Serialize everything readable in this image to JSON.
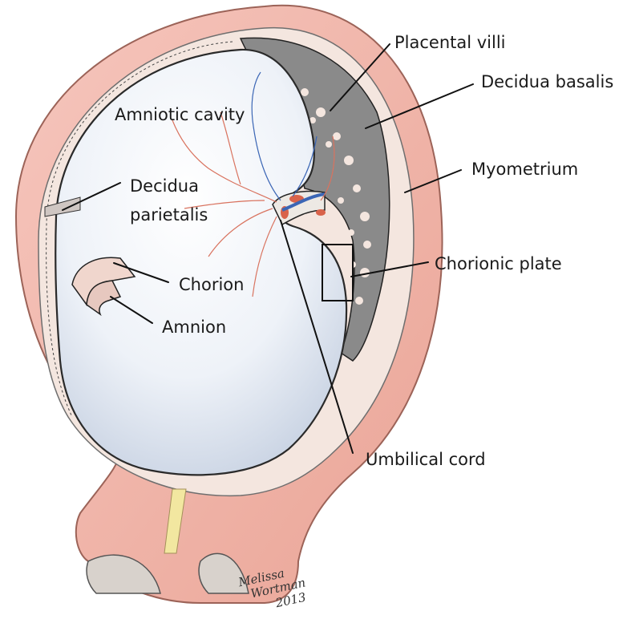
{
  "labels": {
    "placental_villi": "Placental villi",
    "decidua_basalis": "Decidua basalis",
    "myometrium": "Myometrium",
    "amniotic_cavity": "Amniotic cavity",
    "decidua_parietalis_line1": "Decidua",
    "decidua_parietalis_line2": "parietalis",
    "chorion": "Chorion",
    "amnion": "Amnion",
    "chorionic_plate": "Chorionic plate",
    "umbilical_cord": "Umbilical cord"
  },
  "signature": {
    "name_line1": "Melissa",
    "name_line2": "Wortman",
    "year": "2013"
  },
  "colors": {
    "myometrium": "#efb3a8",
    "myometrium_stroke": "#b9786c",
    "cavity": "#e6ecf4",
    "decidua": "#f3e3dc",
    "villi": "#7d7d7d",
    "vessel_red": "#d9634b",
    "vessel_blue": "#3b66b5",
    "cervix_yellow": "#f2e7a0"
  }
}
